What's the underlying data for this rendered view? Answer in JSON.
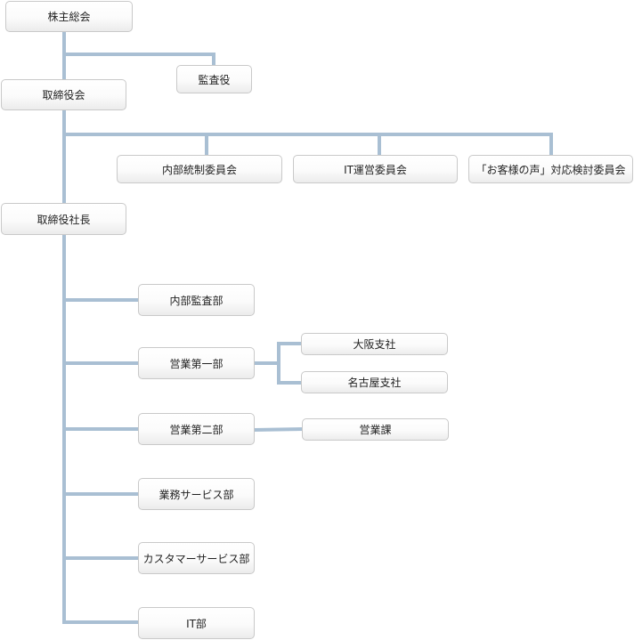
{
  "org_chart": {
    "shareholders_meeting": "株主総会",
    "audit_board": "監査役",
    "board_of_directors": "取締役会",
    "internal_control_committee": "内部統制委員会",
    "it_steering_committee": "IT運営委員会",
    "customer_voice_committee": "「お客様の声」対応検討委員会",
    "president": "取締役社長",
    "internal_audit_dept": "内部監査部",
    "sales_dept_1": "営業第一部",
    "osaka_branch": "大阪支社",
    "nagoya_branch": "名古屋支社",
    "sales_dept_2": "営業第二部",
    "sales_section": "営業課",
    "business_service_dept": "業務サービス部",
    "customer_service_dept": "カスタマーサービス部",
    "it_dept": "IT部"
  },
  "colors": {
    "connector": "#a9bfd3",
    "node_border": "#c9c9c9"
  }
}
